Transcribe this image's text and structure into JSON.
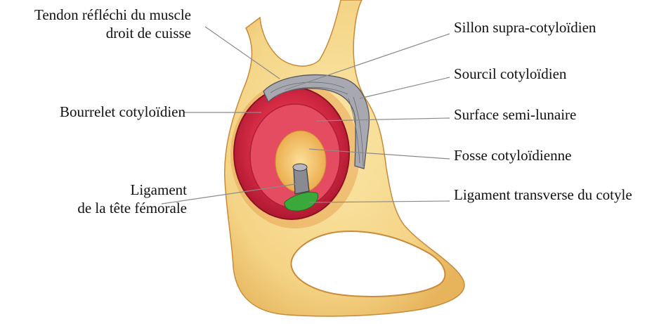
{
  "labels": {
    "tendon_line1": "Tendon réfléchi du muscle",
    "tendon_line2": "droit de cuisse",
    "bourrelet": "Bourrelet cotyloïdien",
    "ligament_tete_line1": "Ligament",
    "ligament_tete_line2": "de la tête fémorale",
    "sillon": "Sillon supra-cotyloïdien",
    "sourcil": "Sourcil cotyloïdien",
    "surface": "Surface semi-lunaire",
    "fosse": "Fosse cotyloïdienne",
    "ligament_transverse": "Ligament transverse du cotyle"
  },
  "colors": {
    "bone": "#f6d98a",
    "bone_shade": "#e9b75a",
    "labrum": "#c8213a",
    "surface": "#e2445c",
    "fossa": "#f4c25a",
    "tendon": "#9a9aa2",
    "transverse_ligament": "#3aa83a",
    "leader_line": "#8a8a8a"
  }
}
